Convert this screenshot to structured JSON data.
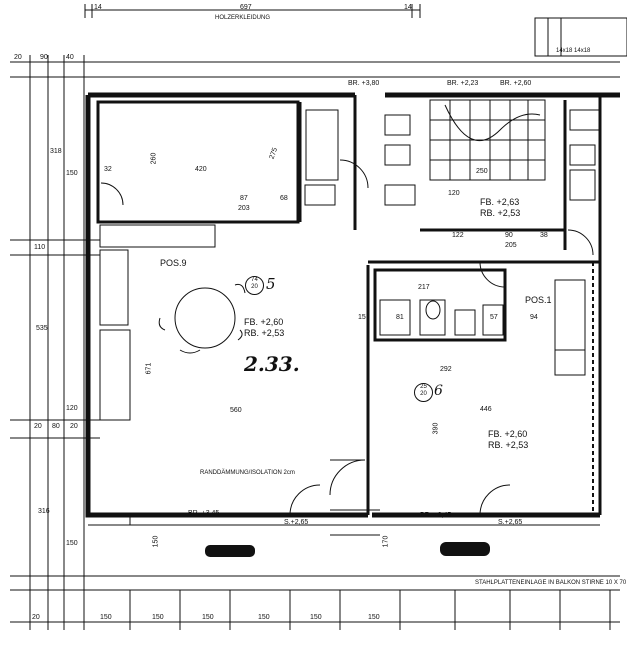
{
  "top": {
    "overall_dim": "697",
    "edge_left": "14",
    "edge_right": "14",
    "title": "HOLZERKLEIDUNG",
    "grid_left": [
      "20",
      "90",
      "40"
    ],
    "vertical_left": [
      "318",
      "150",
      "535",
      "120",
      "316",
      "150"
    ],
    "left_small": [
      "20",
      "80",
      "20",
      "110"
    ]
  },
  "elevations": {
    "br1": "BR. +3,80",
    "br2": "BR. +2,23",
    "br3": "BR. +2,60",
    "br_bottom_left": "BR. +3,45",
    "br_bottom_right": "BR. +3,45",
    "s_left": "S.+2,65",
    "s_right": "S.+2,65",
    "top_right_boxes": "14x18   14x18"
  },
  "rooms": {
    "kitchen": {
      "dim_w": "420",
      "dim_h": "260",
      "dim_side": "32",
      "diag": "275",
      "d1": "87",
      "d2": "203",
      "d3": "68"
    },
    "stairs": {
      "fb": "FB. +2,63",
      "rb": "RB. +2,53",
      "d1": "120",
      "d2": "250",
      "d3": "90",
      "d4": "205",
      "d5": "122",
      "d6": "38"
    },
    "living": {
      "pos": "POS.9",
      "circ_top": "74",
      "circ_bot": "20",
      "num": "5",
      "fb": "FB. +2,60",
      "rb": "RB. +2,53",
      "hand": "2.33.",
      "dim_w": "560",
      "dim_h": "671",
      "note": "RANDDÄMMUNG/ISOLATION 2cm"
    },
    "room6": {
      "circ_top": "25",
      "circ_bot": "20",
      "num": "6",
      "fb": "FB. +2,60",
      "rb": "RB. +2,53",
      "dim_w": "446",
      "dim_top": "292",
      "dim_h": "390",
      "pos": "POS.1"
    },
    "bath": {
      "d1": "217",
      "d2": "81",
      "d3": "57",
      "d4": "94",
      "d5": "15"
    }
  },
  "bottom": {
    "note": "STAHLPLATTENEINLAGE IN BALKON STIRNE 10 X 70",
    "grid": [
      "20",
      "150",
      "150",
      "150",
      "150",
      "150",
      "150"
    ],
    "r1": "150",
    "r2": "170"
  }
}
